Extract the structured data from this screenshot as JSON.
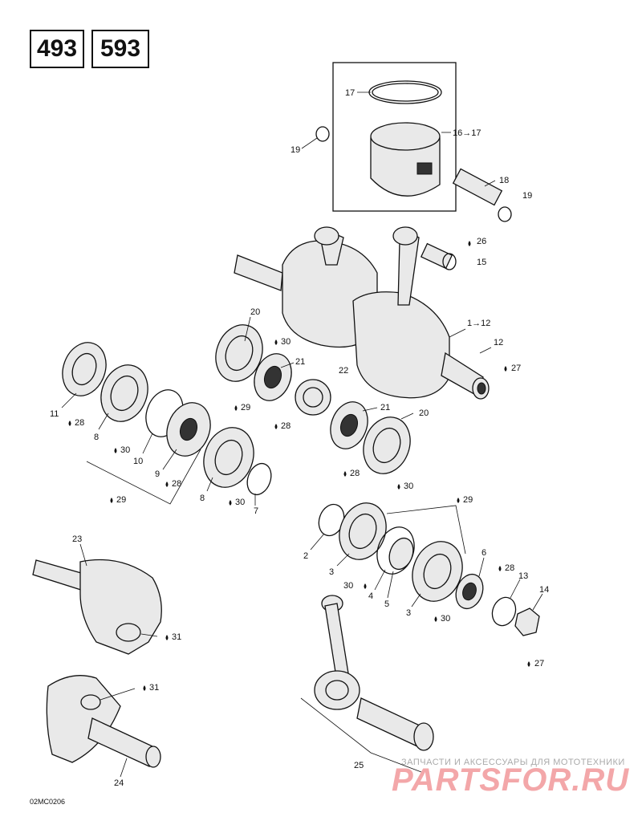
{
  "badges": [
    "493",
    "593"
  ],
  "diagram_code": "02MC0206",
  "watermark": {
    "tagline": "ЗАПЧАСТИ И АКСЕССУАРЫ ДЛЯ МОТОТЕХНИКИ",
    "logo": "PARTSFOR.RU"
  },
  "callouts": {
    "c1": "17",
    "c2": "16→17",
    "c3": "19",
    "c4": "18",
    "c5": "19",
    "c6": "26",
    "c7": "15",
    "c8": "1→12",
    "c9": "12",
    "c10": "27",
    "c11": "20",
    "c12": "30",
    "c13": "21",
    "c14": "22",
    "c15": "28",
    "c16": "11",
    "c17": "28",
    "c18": "8",
    "c19": "30",
    "c20": "10",
    "c21": "29",
    "c22": "9",
    "c23": "28",
    "c24": "8",
    "c25": "30",
    "c26": "7",
    "c27": "29",
    "c28": "21",
    "c29": "20",
    "c30": "28",
    "c31": "30",
    "c32": "29",
    "c33": "2",
    "c34": "3",
    "c35": "30",
    "c36": "4",
    "c37": "5",
    "c38": "3",
    "c39": "30",
    "c40": "6",
    "c41": "28",
    "c42": "13",
    "c43": "14",
    "c44": "27",
    "c45": "23",
    "c46": "31",
    "c47": "31",
    "c48": "24",
    "c49": "25"
  }
}
